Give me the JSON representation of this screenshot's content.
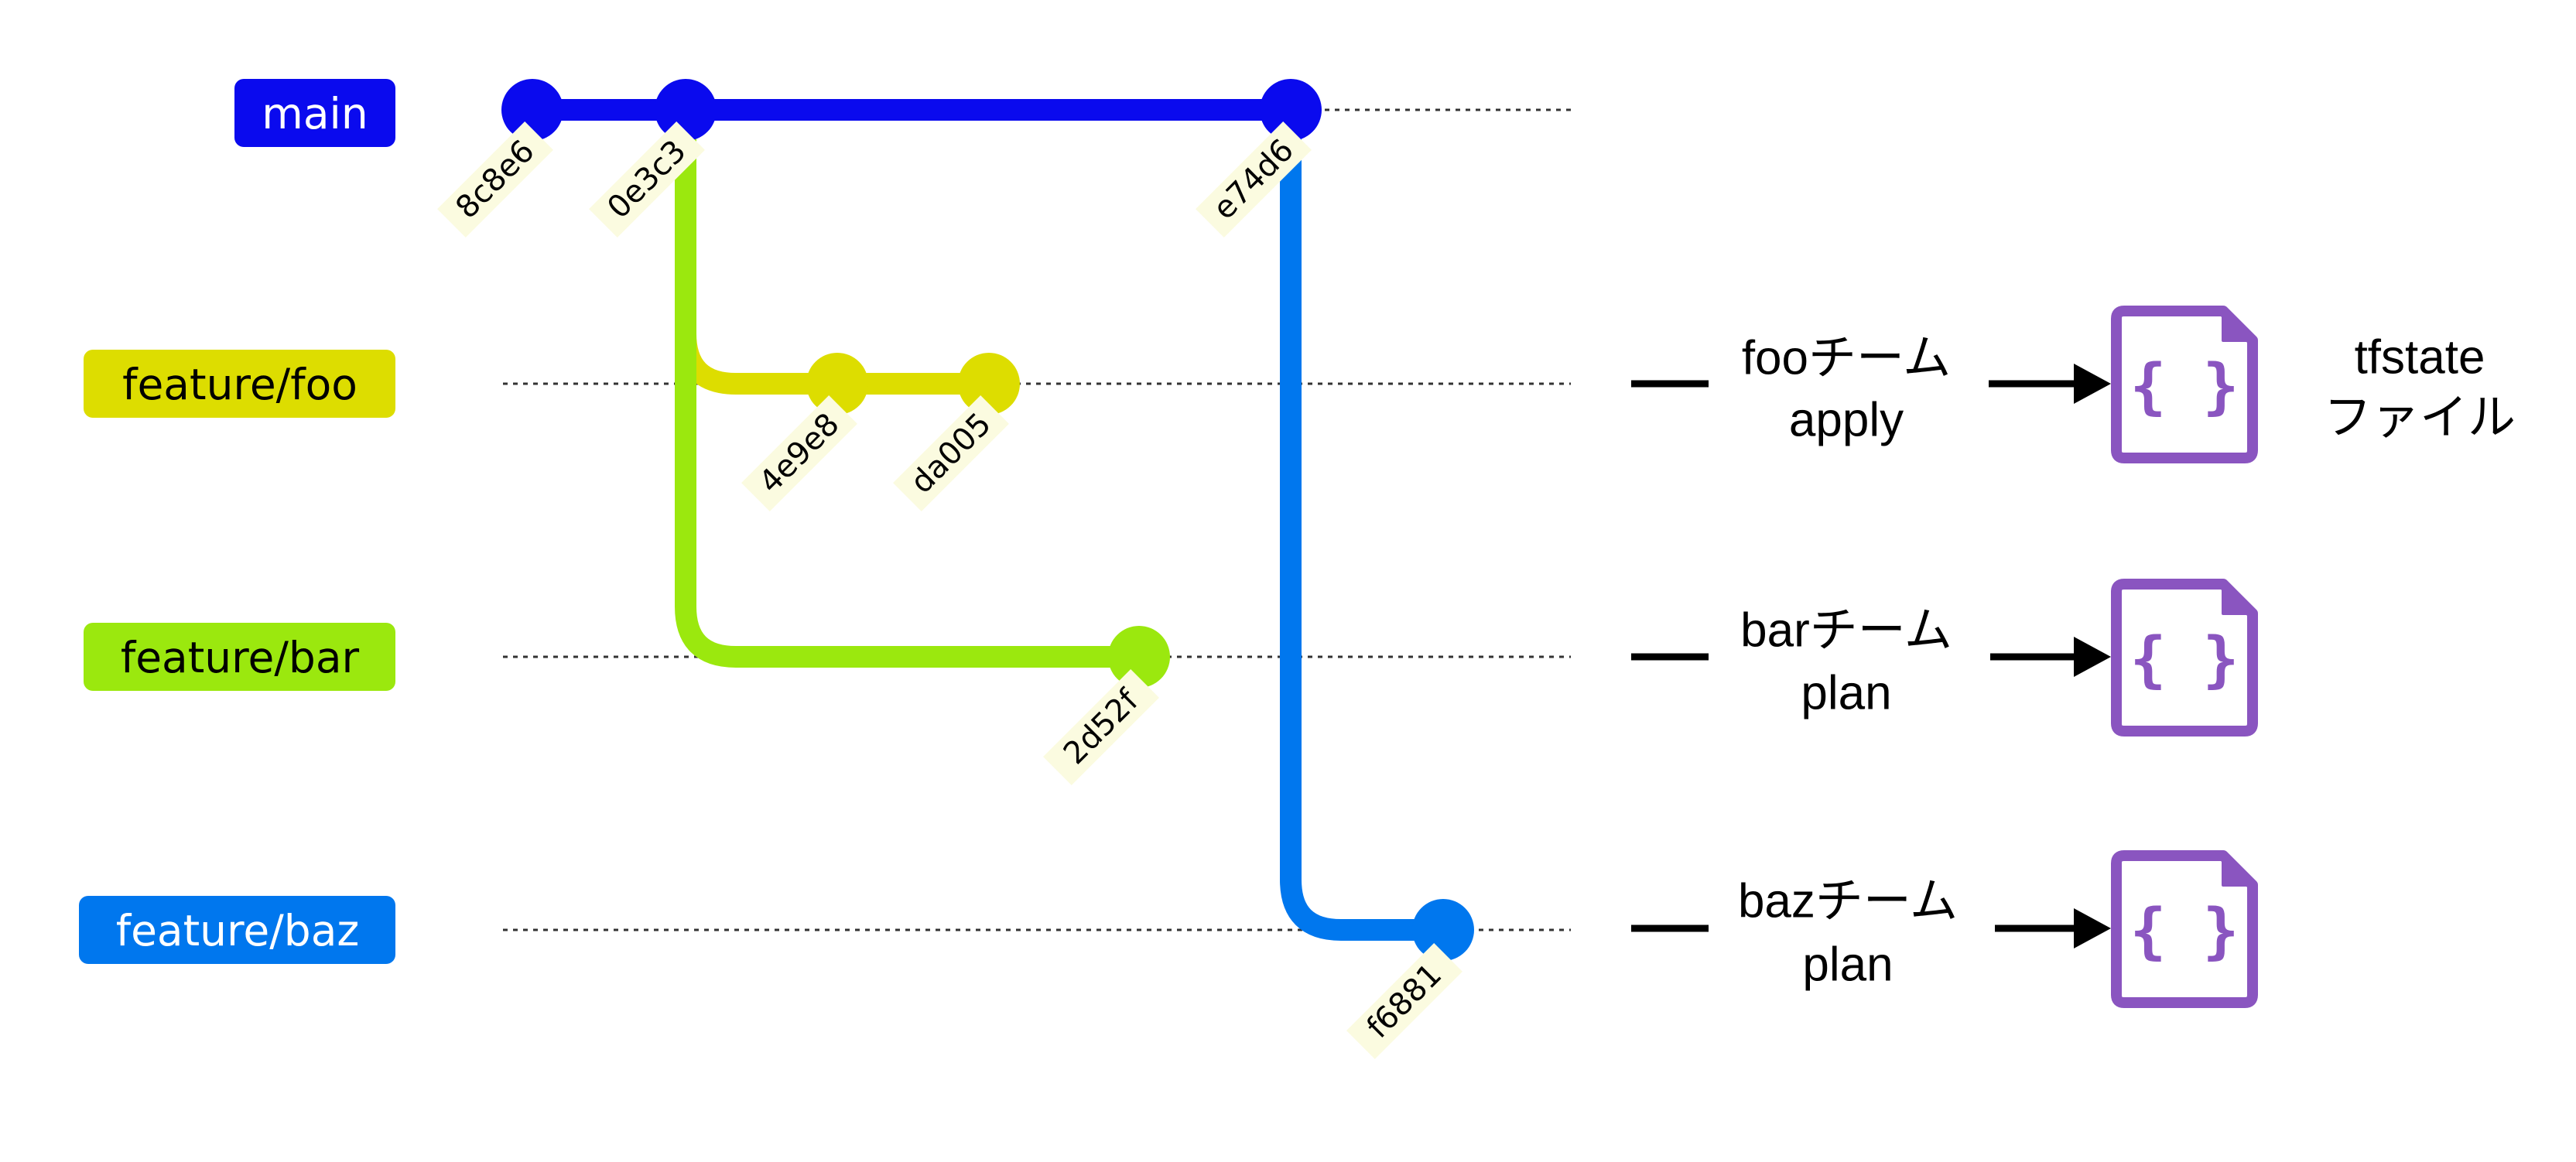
{
  "colors": {
    "main": "#0a0aee",
    "foo": "#dddd00",
    "bar": "#9be80e",
    "baz": "#0077ee",
    "tfstate": "#8a55c0",
    "commit_label_bg": "#fbfbe0"
  },
  "branches": [
    {
      "id": "main",
      "label": "main"
    },
    {
      "id": "foo",
      "label": "feature/foo"
    },
    {
      "id": "bar",
      "label": "feature/bar"
    },
    {
      "id": "baz",
      "label": "feature/baz"
    }
  ],
  "commits": [
    {
      "id": "8c8e6",
      "branch": "main"
    },
    {
      "id": "0e3c3",
      "branch": "main"
    },
    {
      "id": "e74d6",
      "branch": "main"
    },
    {
      "id": "4e9e8",
      "branch": "feature/foo"
    },
    {
      "id": "da005",
      "branch": "feature/foo"
    },
    {
      "id": "2d52f",
      "branch": "feature/bar"
    },
    {
      "id": "f6881",
      "branch": "feature/baz"
    }
  ],
  "teams": [
    {
      "branch": "feature/foo",
      "name": "fooチーム",
      "action": "apply"
    },
    {
      "branch": "feature/bar",
      "name": "barチーム",
      "action": "plan"
    },
    {
      "branch": "feature/baz",
      "name": "bazチーム",
      "action": "plan"
    }
  ],
  "tfstate": {
    "icon": "json-file-icon",
    "glyph": "{ }",
    "label_line1": "tfstate",
    "label_line2": "ファイル"
  }
}
